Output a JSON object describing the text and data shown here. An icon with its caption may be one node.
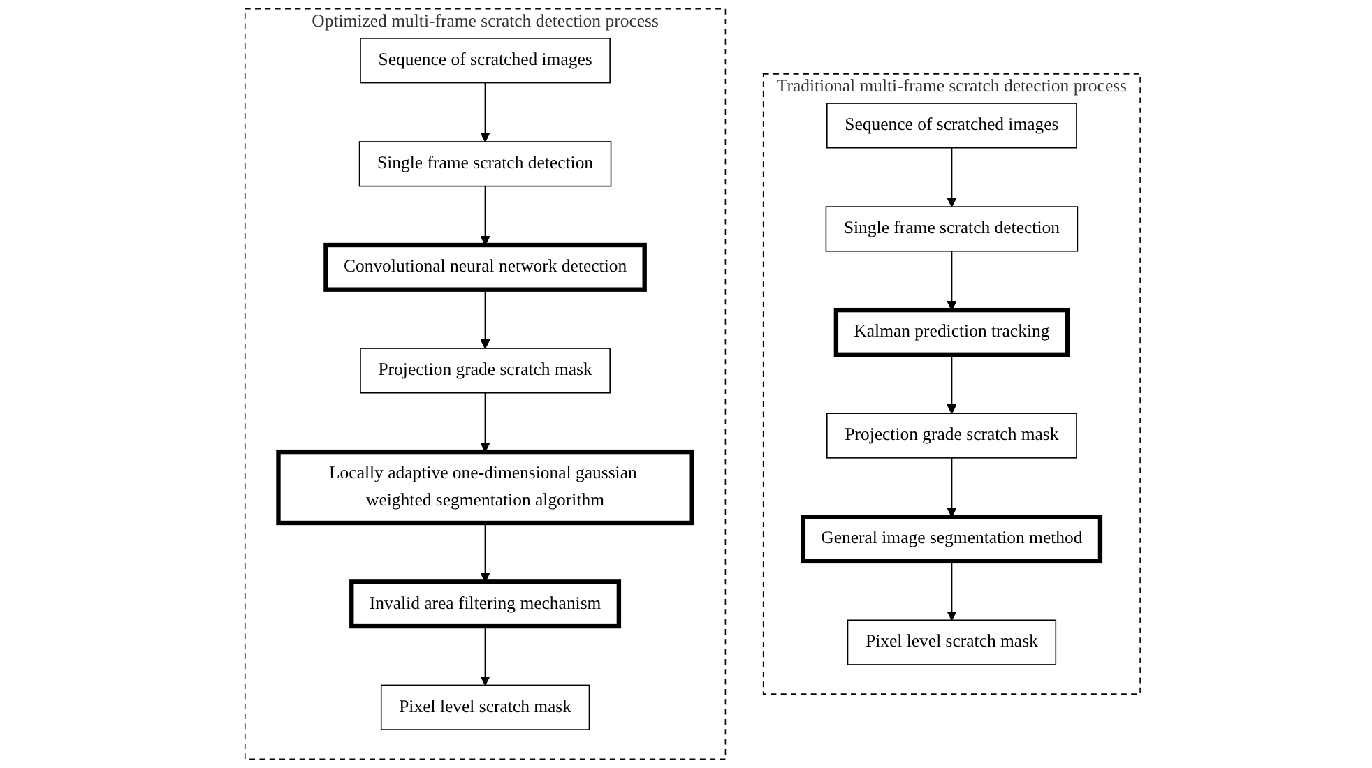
{
  "diagram": {
    "nodes": [
      {
        "text": [
          "Traditional multi-frame scratch detection process"
        ]
      },
      {
        "text": [
          "Sequence of scratched images"
        ],
        "in": 0
      },
      {
        "text": [
          "Single frame scratch detection"
        ],
        "in": 0
      },
      {
        "text": [
          "Kalman prediction tracking"
        ],
        "in": 0
      },
      {
        "text": [
          "Projection grade scratch mask"
        ],
        "in": 0
      },
      {
        "text": [
          "General image segmentation method"
        ],
        "in": 0
      },
      {
        "text": [
          "Pixel level scratch mask"
        ],
        "in": 0
      },
      {
        "text": [
          "Optimized multi-frame scratch detection process"
        ]
      },
      {
        "text": [
          "Sequence of scratched images"
        ],
        "in": 7
      },
      {
        "text": [
          "Single frame scratch detection"
        ],
        "in": 7
      },
      {
        "text": [
          "Convolutional neural network detection"
        ],
        "in": 7
      },
      {
        "text": [
          "Projection grade scratch mask"
        ],
        "in": 7
      },
      {
        "text": [
          "Locally adaptive one-dimensional gaussian weighted segmentation algorithm"
        ],
        "in": 7
      },
      {
        "text": [
          "Invalid area filtering mechanism"
        ],
        "in": 7
      },
      {
        "text": [
          "Pixel level scratch mask"
        ],
        "in": 7
      }
    ],
    "edges": [
      {
        "from": 1,
        "to": 2,
        "arrow": "to"
      },
      {
        "from": 2,
        "to": 3,
        "arrow": "to"
      },
      {
        "from": 3,
        "to": 4,
        "arrow": "to"
      },
      {
        "from": 4,
        "to": 5,
        "arrow": "to"
      },
      {
        "from": 5,
        "to": 6,
        "arrow": "to"
      },
      {
        "from": 8,
        "to": 9,
        "arrow": "to"
      },
      {
        "from": 9,
        "to": 10,
        "arrow": "to"
      },
      {
        "from": 10,
        "to": 11,
        "arrow": "to"
      },
      {
        "from": 11,
        "to": 12,
        "arrow": "to"
      },
      {
        "from": 12,
        "to": 13,
        "arrow": "to"
      },
      {
        "from": 13,
        "to": 14,
        "arrow": "to"
      }
    ]
  }
}
